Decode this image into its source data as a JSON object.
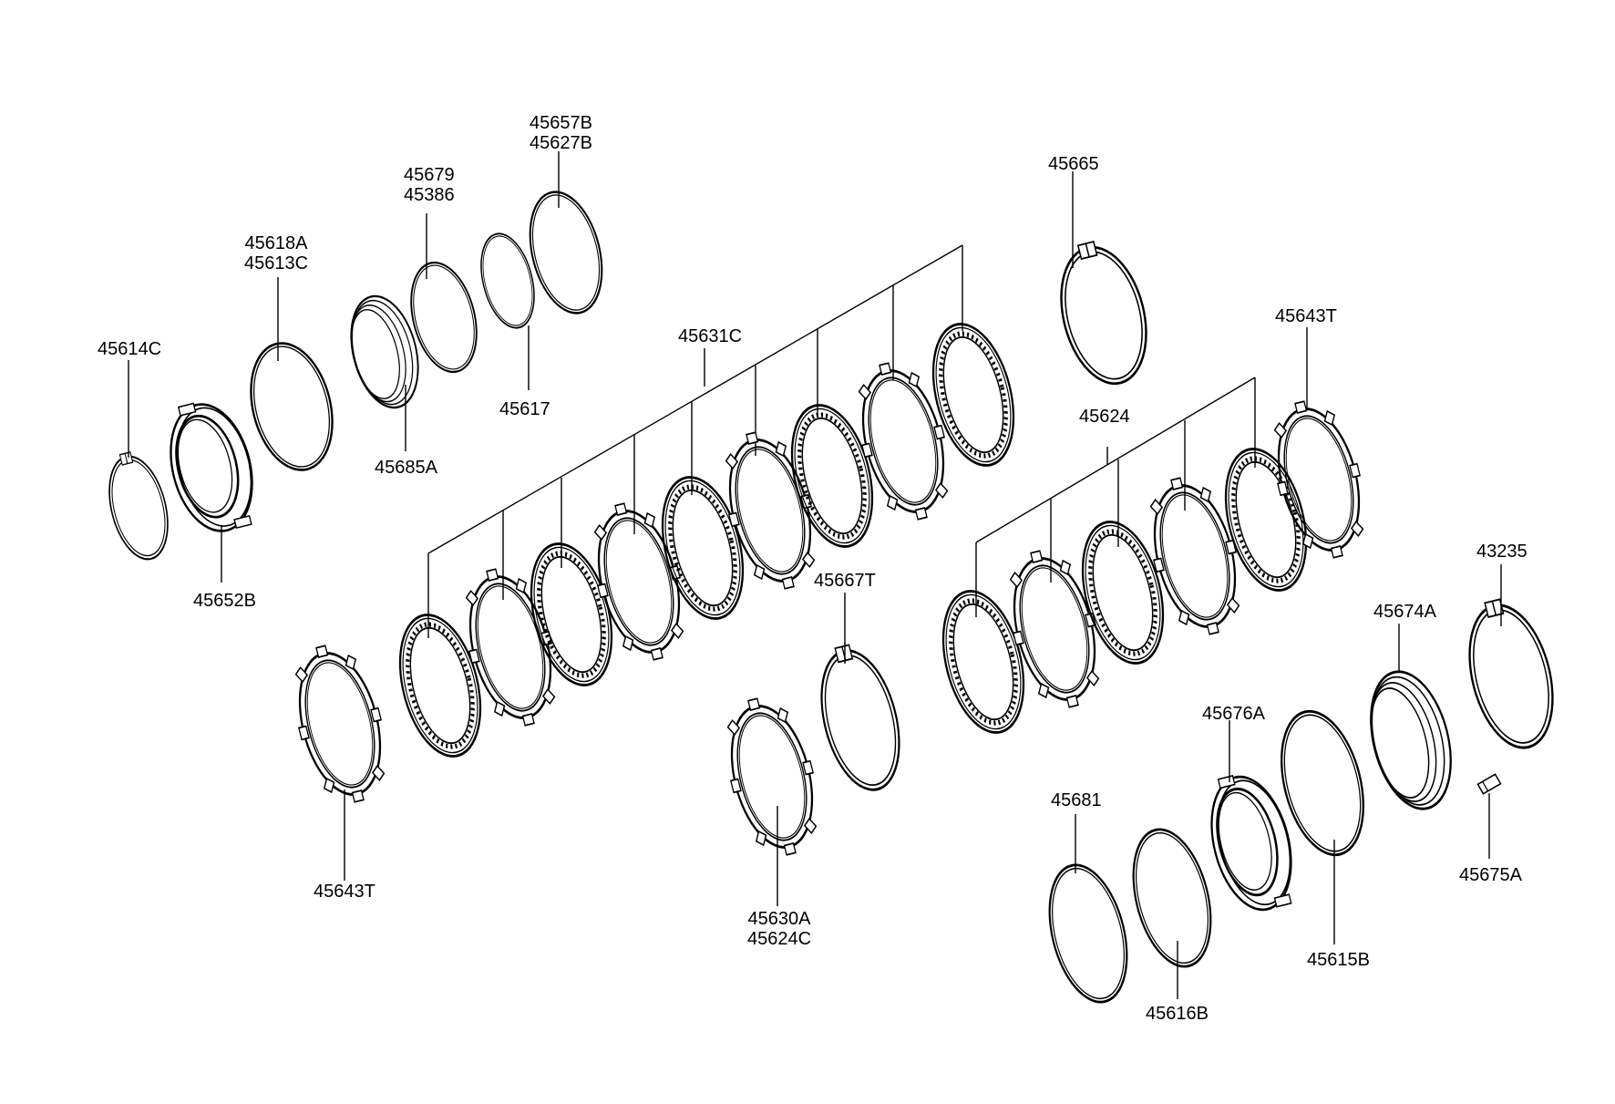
{
  "labels": {
    "p45614C": "45614C",
    "p45652B": "45652B",
    "p45618A": "45618A",
    "p45613C": "45613C",
    "p45685A": "45685A",
    "p45679": "45679",
    "p45386": "45386",
    "p45617": "45617",
    "p45657B": "45657B",
    "p45627B": "45627B",
    "p45665": "45665",
    "p45631C": "45631C",
    "p45643T_right": "45643T",
    "p45624": "45624",
    "p45667T": "45667T",
    "p43235": "43235",
    "p45674A": "45674A",
    "p45676A": "45676A",
    "p45681": "45681",
    "p45643T_left": "45643T",
    "p45630A": "45630A",
    "p45624C": "45624C",
    "p45675A": "45675A",
    "p45615B": "45615B",
    "p45616B": "45616B"
  }
}
